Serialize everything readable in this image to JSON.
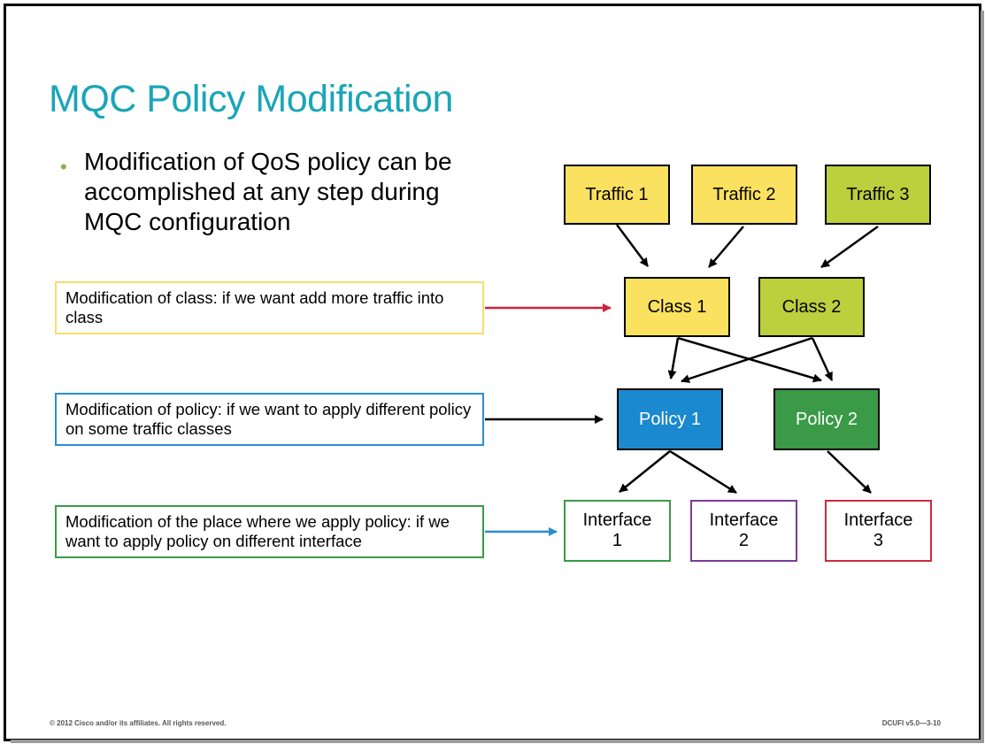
{
  "slide": {
    "title": "MQC Policy Modification",
    "bullet": "Modification of QoS policy can be accomplished at any step during MQC configuration",
    "footer_left": "© 2012 Cisco and/or its affiliates. All rights reserved.",
    "footer_right": "DCUFI v5.0—3-10"
  },
  "callouts": [
    {
      "text": "Modification of class: if we want add more traffic into class",
      "color": "#f5df6a"
    },
    {
      "text": "Modification of policy: if we want to apply different policy on some traffic classes",
      "color": "#2a8dd2"
    },
    {
      "text": "Modification of the place where we apply policy: if we want to apply policy on different interface",
      "color": "#3a9a47"
    }
  ],
  "traffic": [
    {
      "label": "Traffic 1",
      "color": "#fbe160"
    },
    {
      "label": "Traffic 2",
      "color": "#fbe160"
    },
    {
      "label": "Traffic 3",
      "color": "#bccf3c"
    }
  ],
  "classes": [
    {
      "label": "Class 1",
      "color": "#fbe160"
    },
    {
      "label": "Class 2",
      "color": "#bccf3c"
    }
  ],
  "policies": [
    {
      "label": "Policy 1",
      "color": "#1a89d0"
    },
    {
      "label": "Policy 2",
      "color": "#3a9a47"
    }
  ],
  "interfaces": [
    {
      "label": "Interface\n1",
      "border": "#3a9a47"
    },
    {
      "label": "Interface\n2",
      "border": "#7a3b9a"
    },
    {
      "label": "Interface\n3",
      "border": "#cc2a3e"
    }
  ],
  "colors": {
    "title": "#1aa5b8",
    "bullet_dot": "#7ab64a",
    "arrow_red": "#c8253e",
    "arrow_blue": "#2a8dd2",
    "arrow_black": "#000000"
  }
}
